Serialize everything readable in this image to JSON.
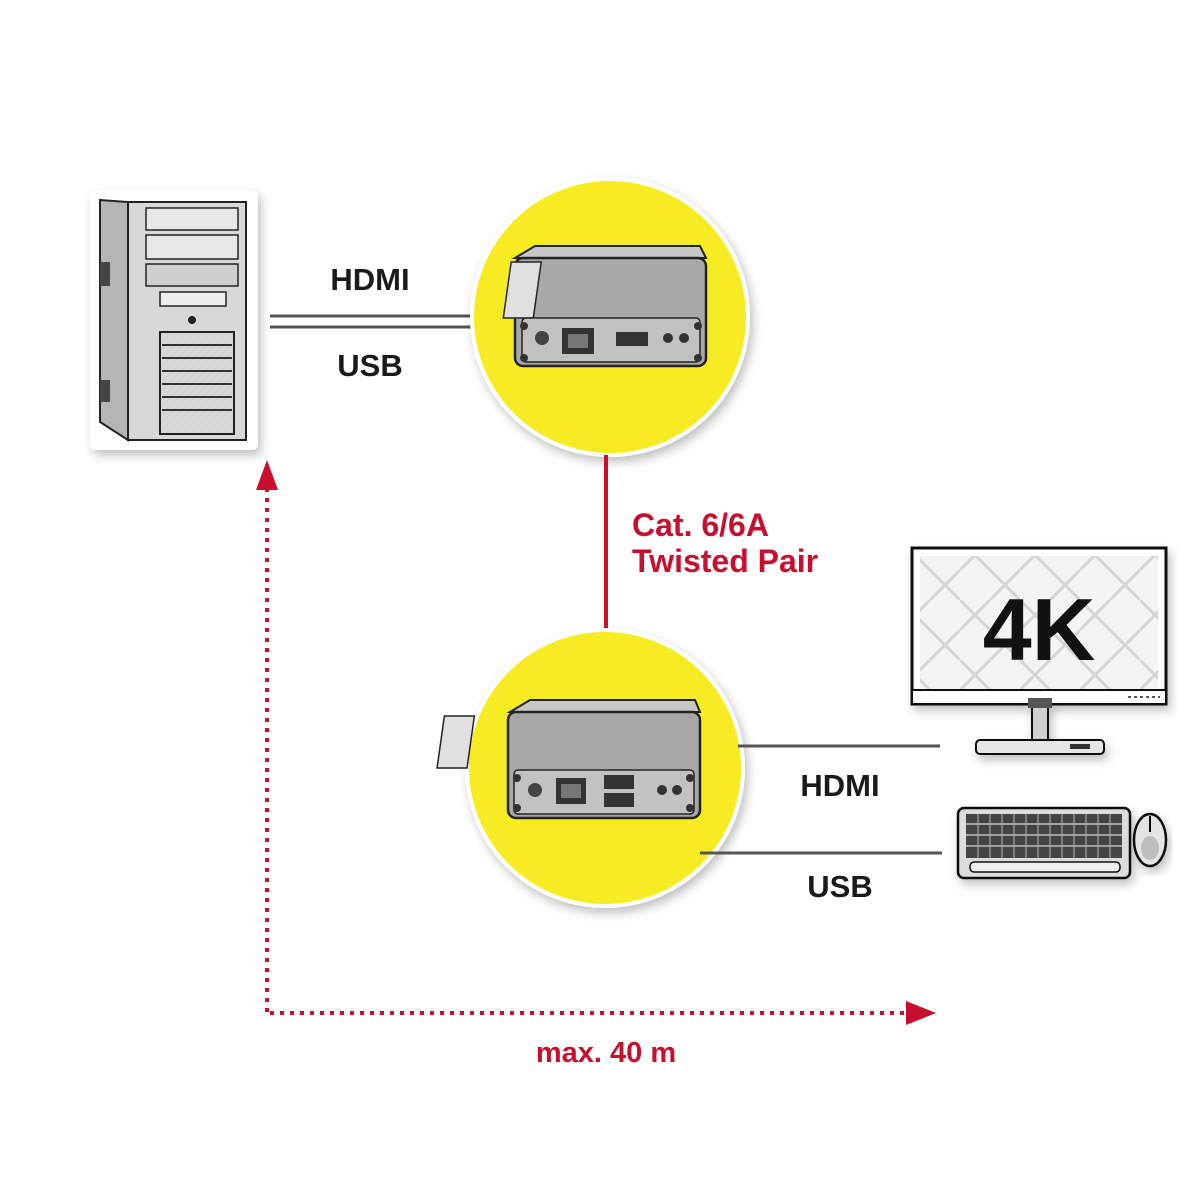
{
  "labels": {
    "pc_hdmi": "HDMI",
    "pc_usb": "USB",
    "cable_line1": "Cat. 6/6A",
    "cable_line2": "Twisted Pair",
    "rx_hdmi": "HDMI",
    "rx_usb": "USB",
    "monitor_badge": "4K",
    "distance": "max. 40 m"
  },
  "colors": {
    "accent_red": "#c8102e",
    "circle_yellow": "#f7ec23",
    "cable_gray": "#555555",
    "device_gray": "#9a9a9a",
    "line_dark": "#1a1a1a"
  }
}
